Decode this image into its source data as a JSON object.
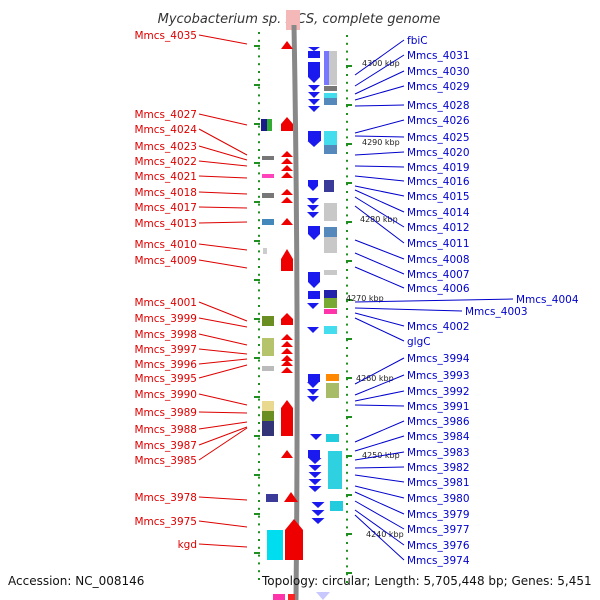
{
  "title": "Mycobacterium sp. MCS, complete genome",
  "footer": {
    "accession": "Accession: NC_008146",
    "stats": "Topology: circular; Length: 5,705,448 bp; Genes: 5,451"
  },
  "colors": {
    "left_label": "#dd0000",
    "right_label": "#0000cc",
    "left_arrow": "#ee0000",
    "right_arrow": "#1a1aee",
    "tick": "#1f8f1f"
  },
  "scale_labels": [
    "4300 kbp",
    "4290 kbp",
    "4280 kbp",
    "4270 kbp",
    "4260 kbp",
    "4250 kbp",
    "4240 kbp"
  ],
  "left_labels": [
    "Mmcs_4035",
    "Mmcs_4027",
    "Mmcs_4024",
    "Mmcs_4023",
    "Mmcs_4022",
    "Mmcs_4021",
    "Mmcs_4018",
    "Mmcs_4017",
    "Mmcs_4013",
    "Mmcs_4010",
    "Mmcs_4009",
    "Mmcs_4001",
    "Mmcs_3999",
    "Mmcs_3998",
    "Mmcs_3997",
    "Mmcs_3996",
    "Mmcs_3995",
    "Mmcs_3990",
    "Mmcs_3989",
    "Mmcs_3988",
    "Mmcs_3987",
    "Mmcs_3985",
    "Mmcs_3978",
    "Mmcs_3975",
    "kgd"
  ],
  "right_labels": [
    "fbiC",
    "Mmcs_4031",
    "Mmcs_4030",
    "Mmcs_4029",
    "Mmcs_4028",
    "Mmcs_4026",
    "Mmcs_4025",
    "Mmcs_4020",
    "Mmcs_4019",
    "Mmcs_4016",
    "Mmcs_4015",
    "Mmcs_4014",
    "Mmcs_4012",
    "Mmcs_4011",
    "Mmcs_4008",
    "Mmcs_4007",
    "Mmcs_4006",
    "Mmcs_4004",
    "Mmcs_4003",
    "Mmcs_4002",
    "glgC",
    "Mmcs_3994",
    "Mmcs_3993",
    "Mmcs_3992",
    "Mmcs_3991",
    "Mmcs_3986",
    "Mmcs_3984",
    "Mmcs_3983",
    "Mmcs_3982",
    "Mmcs_3981",
    "Mmcs_3980",
    "Mmcs_3979",
    "Mmcs_3977",
    "Mmcs_3976",
    "Mmcs_3974"
  ]
}
